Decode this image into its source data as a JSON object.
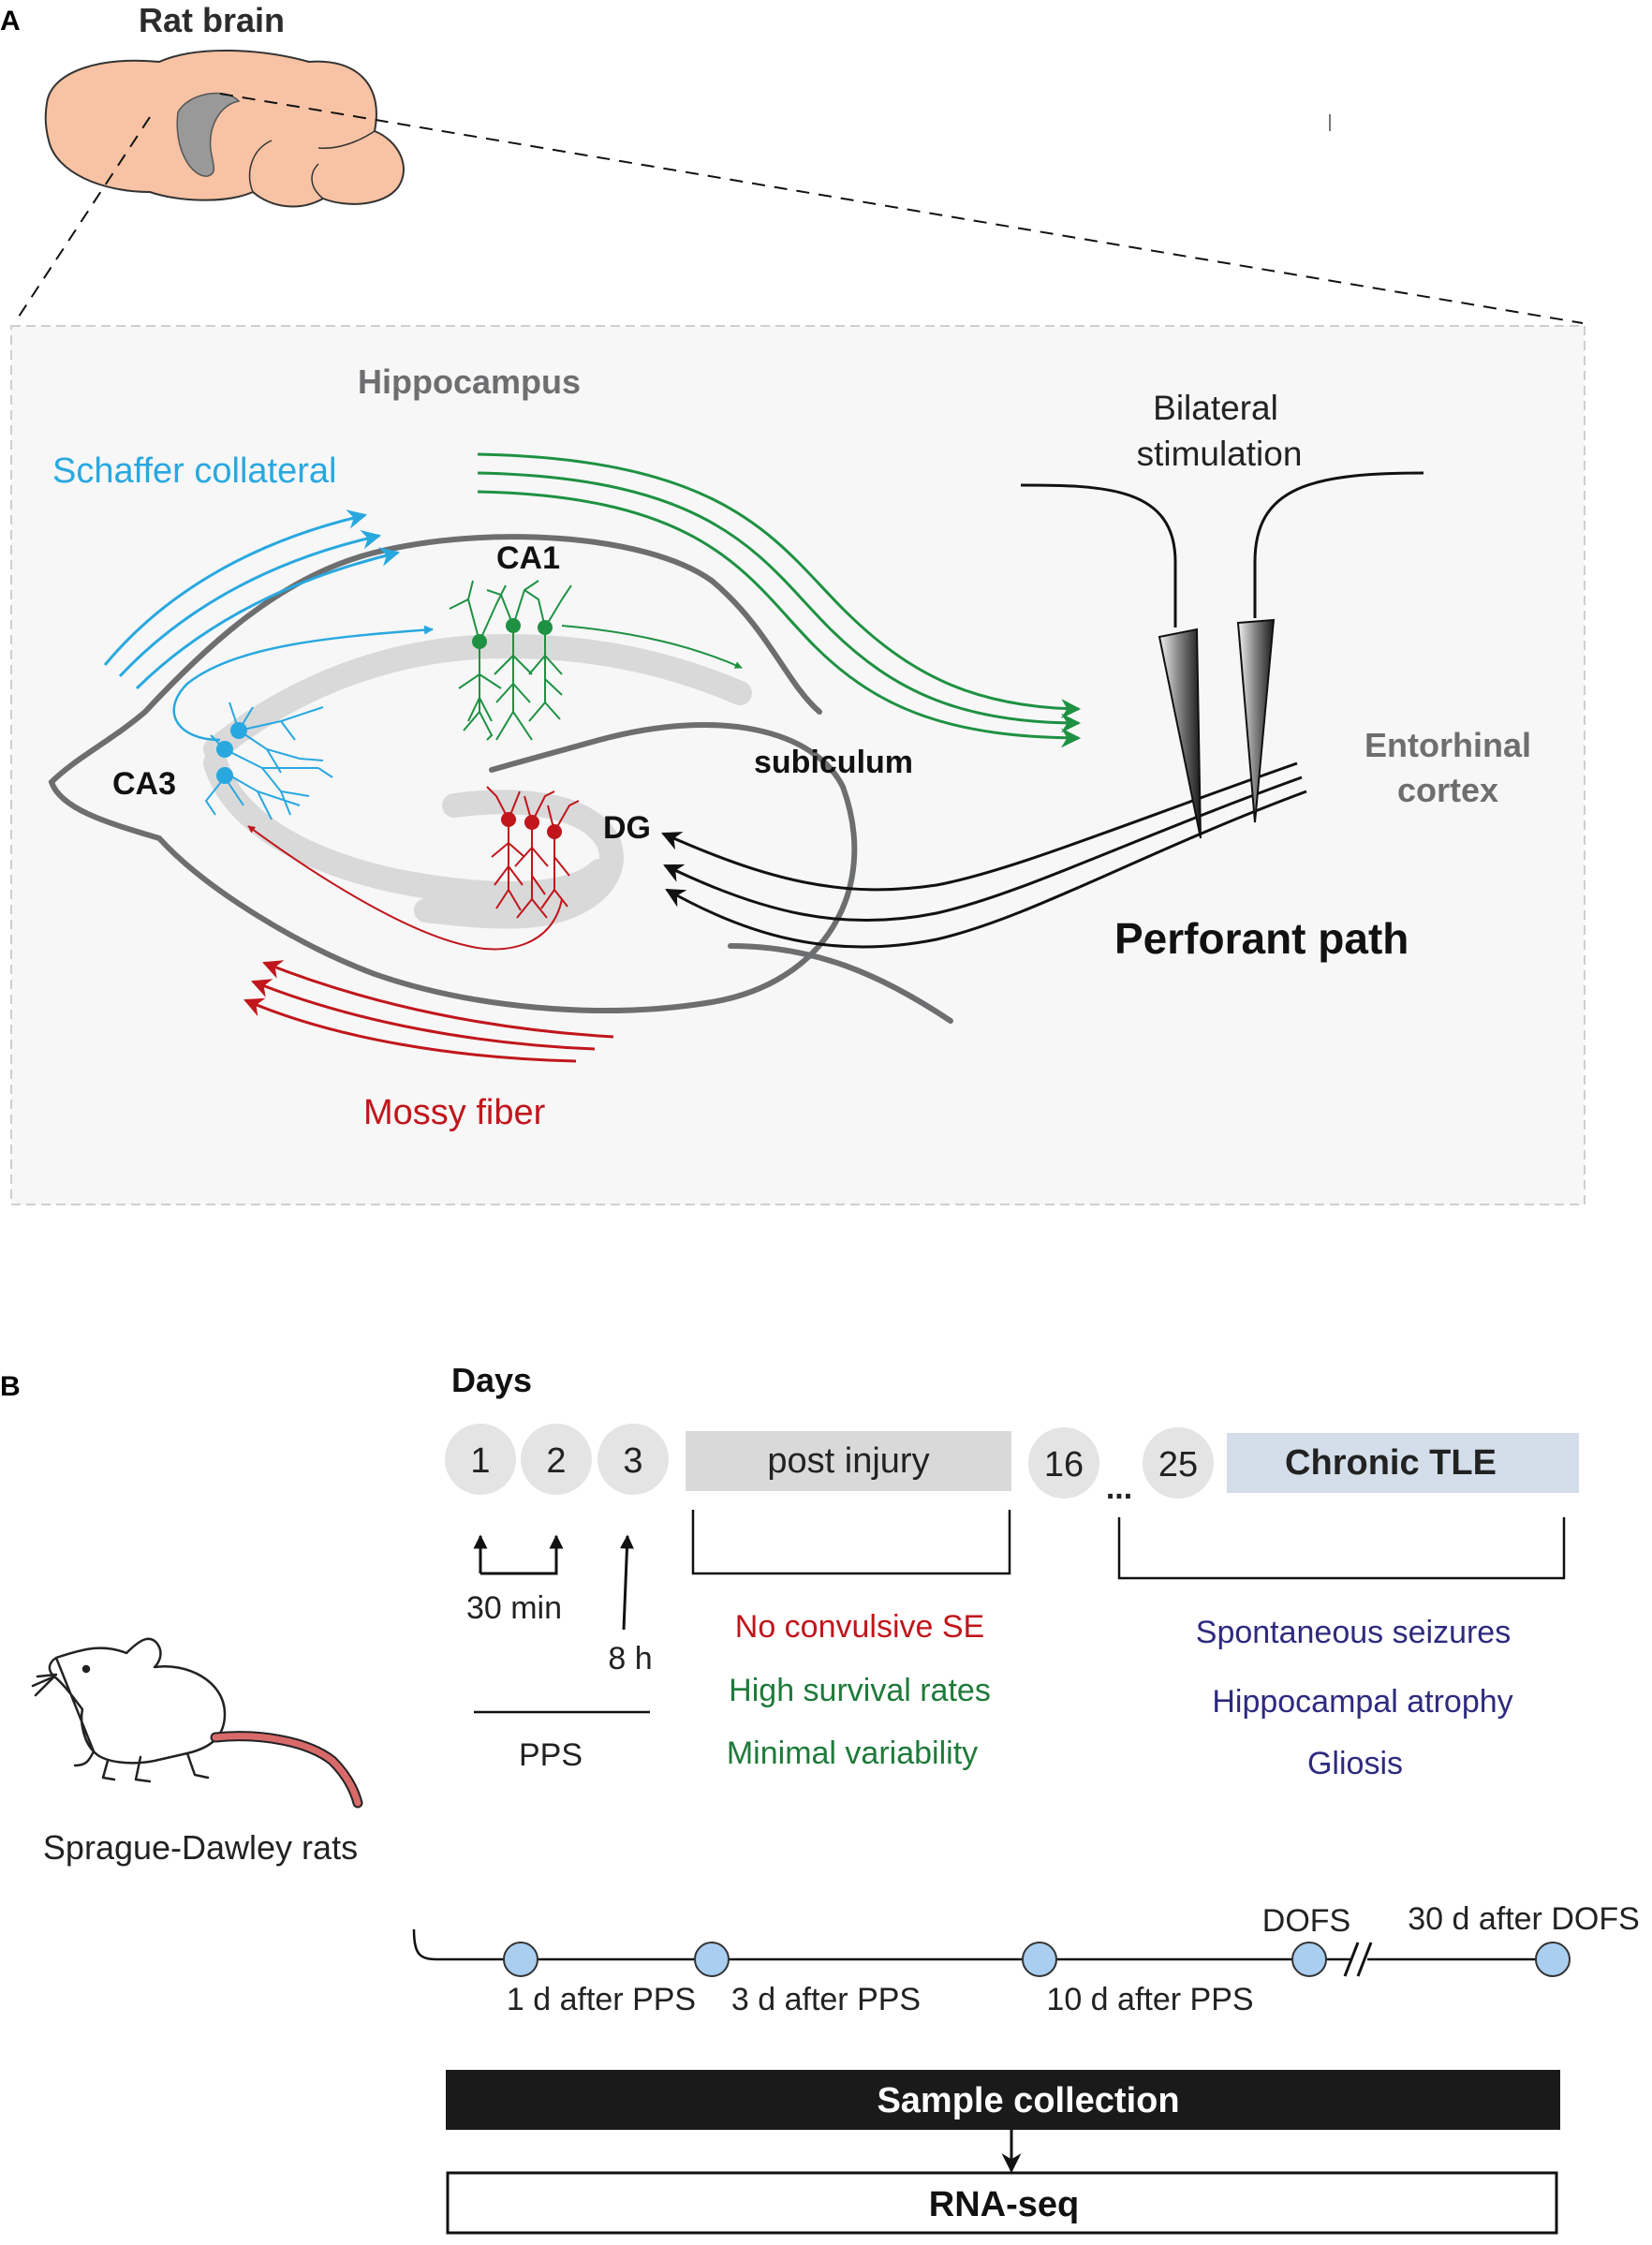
{
  "panel_a": {
    "letter": "A",
    "title": "Rat brain",
    "region_title": "Hippocampus",
    "schaffer": "Schaffer collateral",
    "ca1": "CA1",
    "ca3": "CA3",
    "dg": "DG",
    "subiculum": "subiculum",
    "stim_line1": "Bilateral",
    "stim_line2": "stimulation",
    "ento_line1": "Entorhinal",
    "ento_line2": "cortex",
    "perforant": "Perforant path",
    "mossy": "Mossy fiber"
  },
  "panel_b": {
    "letter": "B",
    "days_label": "Days",
    "day1": "1",
    "day2": "2",
    "day3": "3",
    "post_injury": "post injury",
    "day16": "16",
    "ellipsis": "...",
    "day25": "25",
    "chronic": "Chronic TLE",
    "interval_30": "30 min",
    "interval_8h": "8 h",
    "pps": "PPS",
    "outcomes_post": [
      "No convulsive SE",
      "High survival rates",
      "Minimal variability"
    ],
    "outcomes_chronic": [
      "Spontaneous seizures",
      "Hippocampal atrophy",
      "Gliosis"
    ],
    "animal": "Sprague-Dawley rats",
    "sample_labels": [
      "1 d after PPS",
      "3 d after PPS",
      "10 d after PPS",
      "DOFS",
      "30 d after DOFS"
    ],
    "collection": "Sample collection",
    "rnaseq": "RNA-seq"
  },
  "colors": {
    "schaffer": "#29a8e0",
    "ca1": "#1e9142",
    "mossy": "#c0161c",
    "structure": "#6d6e70",
    "lamina": "#d9d9d9",
    "chronic_box": "#d3deea",
    "chronic_text": "#2e2a7e",
    "brain": "#f7c3a4"
  }
}
